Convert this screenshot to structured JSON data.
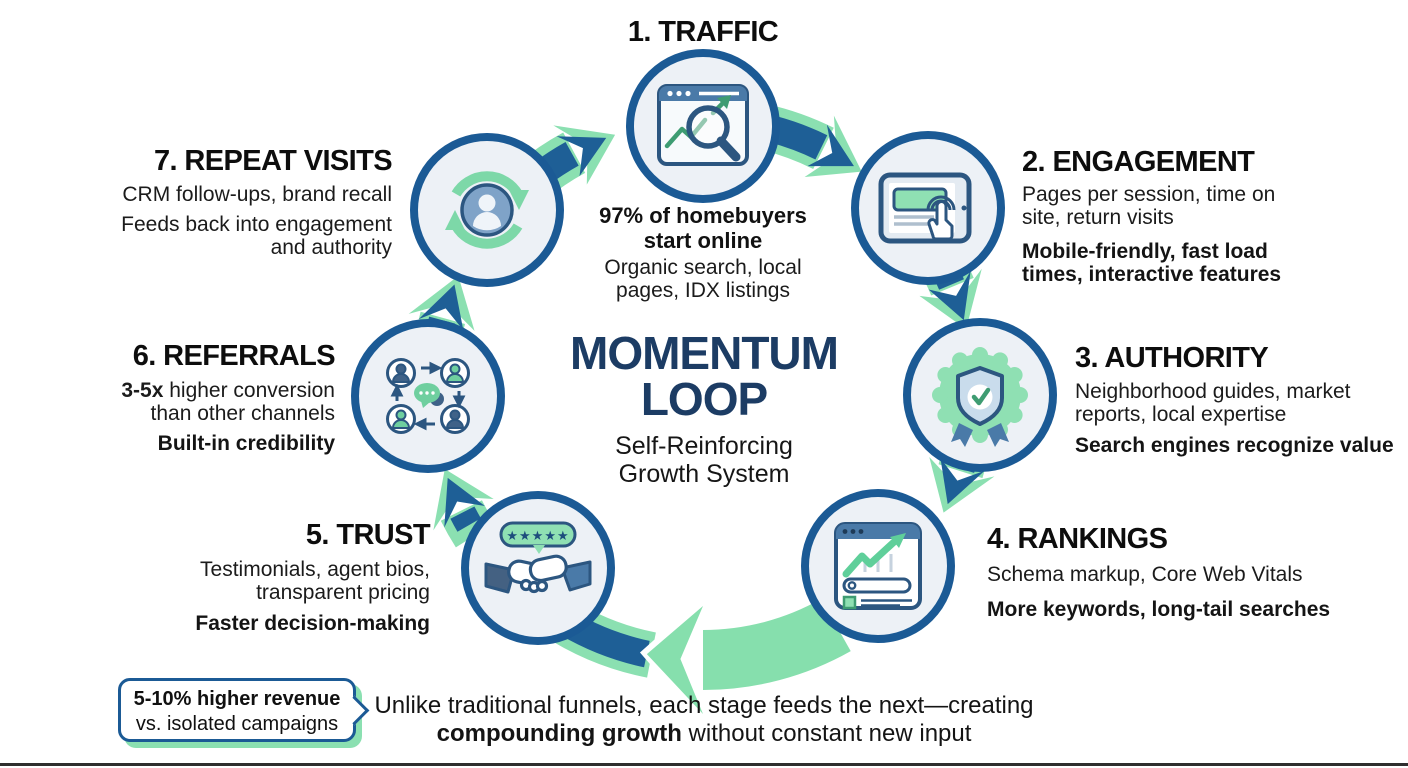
{
  "center": {
    "title_lines": [
      "MOMENTUM",
      "LOOP"
    ],
    "subtitle_lines": [
      "Self-Reinforcing",
      "Growth System"
    ]
  },
  "stages": [
    {
      "id": "traffic",
      "title": "1. TRAFFIC",
      "icon": "browser-analytics-search-icon",
      "stat_lines": [
        "97% of homebuyers",
        "start online"
      ],
      "detail_lines": [
        "Organic search, local",
        "pages, IDX listings"
      ]
    },
    {
      "id": "engagement",
      "title": "2. ENGAGEMENT",
      "icon": "tablet-tap-icon",
      "d1_lines": [
        "Pages per session, time on",
        "site, return visits"
      ],
      "d2_lines": [
        "Mobile-friendly, fast load",
        "times, interactive features"
      ]
    },
    {
      "id": "authority",
      "title": "3. AUTHORITY",
      "icon": "badge-shield-check-icon",
      "d1_lines": [
        "Neighborhood guides, market",
        "reports, local expertise"
      ],
      "d2_lines": [
        "Search engines recognize value"
      ]
    },
    {
      "id": "rankings",
      "title": "4. RANKINGS",
      "icon": "browser-growth-chart-icon",
      "d1_lines": [
        "Schema markup, Core Web Vitals"
      ],
      "d2_lines": [
        "More keywords, long-tail searches"
      ]
    },
    {
      "id": "trust",
      "title": "5. TRUST",
      "icon": "handshake-five-stars-icon",
      "d1_lines": [
        "Testimonials, agent bios,",
        "transparent pricing"
      ],
      "d2_lines": [
        "Faster decision-making"
      ]
    },
    {
      "id": "referrals",
      "title": "6. REFERRALS",
      "icon": "people-network-chat-icon",
      "d1_bold": "3-5x",
      "d1_rest": " higher conversion",
      "d1_line2": "than other channels",
      "d2_lines": [
        "Built-in credibility"
      ]
    },
    {
      "id": "repeat-visits",
      "title": "7. REPEAT VISITS",
      "icon": "person-refresh-arrows-icon",
      "d1_lines": [
        "CRM follow-ups, brand recall"
      ],
      "d2_lines": [
        "Feeds back into engagement",
        "and authority"
      ]
    }
  ],
  "callout": {
    "line_bold": "5-10% higher revenue",
    "line_regular": "vs. isolated campaigns"
  },
  "footer": {
    "line1": "Unlike traditional funnels, each stage feeds the next—creating",
    "line2_bold": "compounding growth",
    "line2_rest": " without constant new input"
  },
  "colors": {
    "ring_blue": "#1E5F96",
    "ring_green": "#8BE0B1",
    "big_arrow_green": "#86DFAD",
    "node_border": "#1B5A95",
    "node_fill": "#EDF1F6",
    "title_navy": "#1C3C64",
    "icon_navy": "#2C5680",
    "icon_green": "#7FD9A9"
  }
}
